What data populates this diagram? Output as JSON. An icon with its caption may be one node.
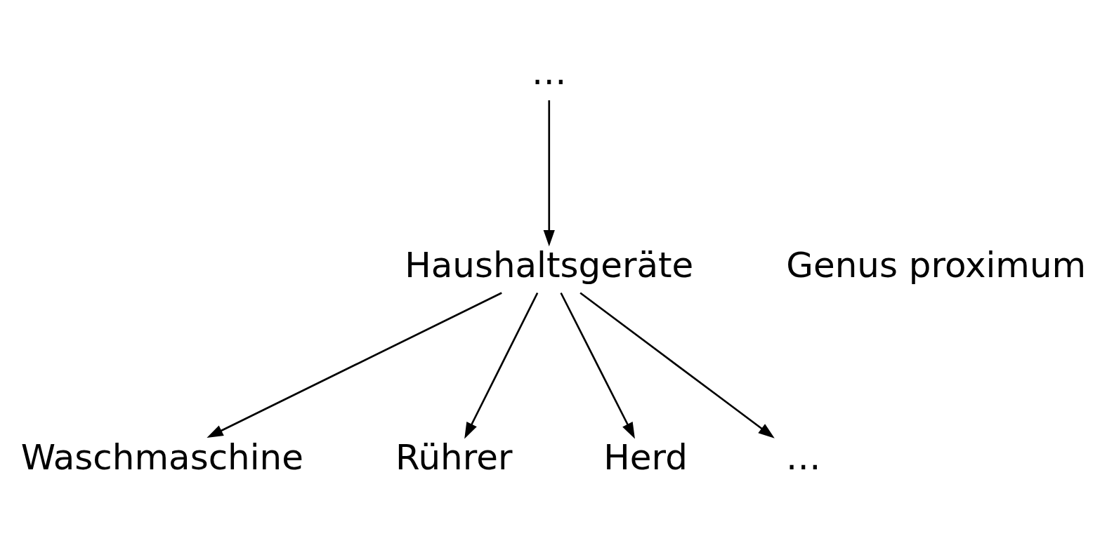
{
  "diagram": {
    "nodes": [
      {
        "text": [
          "…"
        ]
      },
      {
        "text": [
          "Haushaltsgeräte"
        ]
      },
      {
        "text": [
          "Waschmaschine"
        ]
      },
      {
        "text": [
          "Rührer"
        ]
      },
      {
        "text": [
          "Herd"
        ]
      },
      {
        "text": [
          "…"
        ]
      }
    ],
    "edges": [
      {
        "from": 0,
        "to": 1,
        "arrow": "to"
      },
      {
        "from": 1,
        "to": 2,
        "arrow": "to"
      },
      {
        "from": 1,
        "to": 3,
        "arrow": "to"
      },
      {
        "from": 1,
        "to": 4,
        "arrow": "to"
      },
      {
        "from": 1,
        "to": 5,
        "arrow": "to"
      }
    ],
    "labels": [
      "Genus proximum"
    ]
  }
}
